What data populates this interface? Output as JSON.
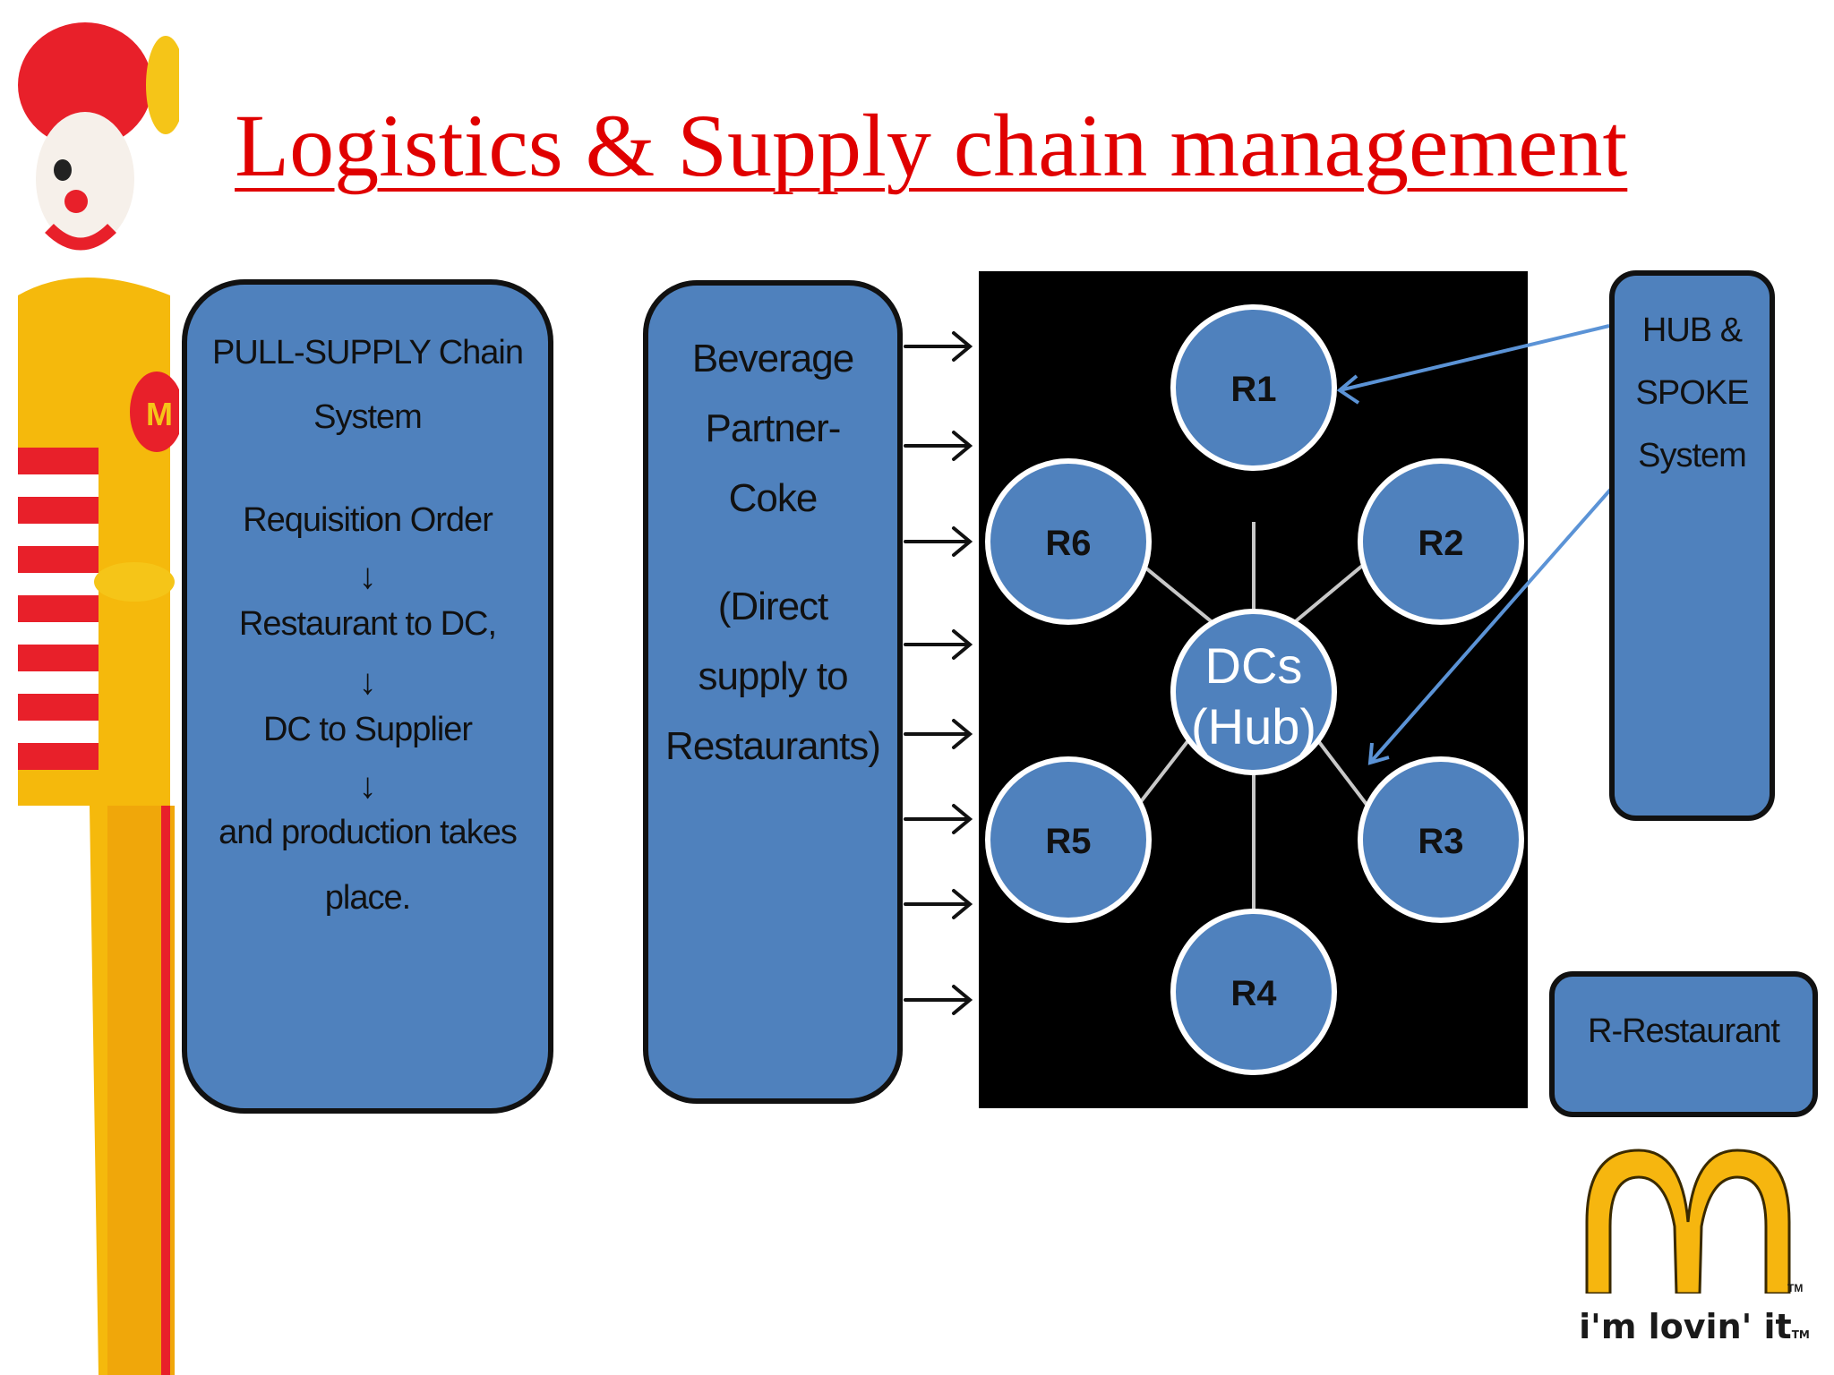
{
  "title": "Logistics & Supply chain management",
  "pull_box": {
    "line1": "PULL-SUPPLY Chain",
    "line2": "System",
    "line3": "Requisition Order",
    "line4": "Restaurant to DC,",
    "line5": "DC to Supplier",
    "line6": "and production takes",
    "line7": "place."
  },
  "beverage_box": {
    "line1": "Beverage",
    "line2": "Partner-",
    "line3": "Coke",
    "line4": "(Direct",
    "line5": "supply to",
    "line6": "Restaurants)"
  },
  "hub": {
    "line1": "DCs",
    "line2": "(Hub)"
  },
  "restaurants": [
    "R1",
    "R2",
    "R3",
    "R4",
    "R5",
    "R6"
  ],
  "hub_spoke_box": {
    "line1": "HUB &",
    "line2": "SPOKE",
    "line3": "System"
  },
  "legend": "R-Restaurant",
  "logo": {
    "tagline": "i'm lovin' it",
    "tm": "TM"
  },
  "colors": {
    "title": "#e00000",
    "box_fill": "#4f81bd",
    "panel": "#000000",
    "arches": "#f6b60f"
  }
}
